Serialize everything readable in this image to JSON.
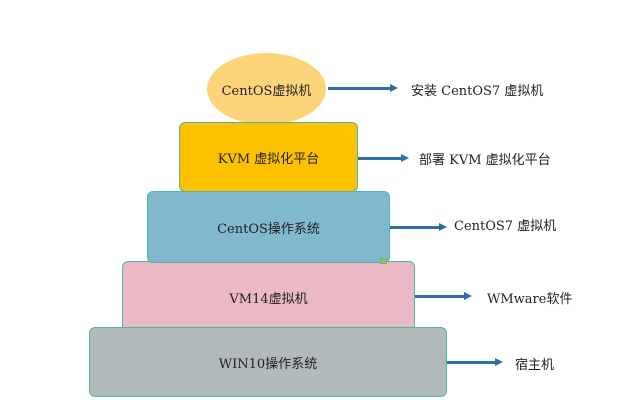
{
  "diagram": {
    "type": "layered-stack",
    "layers": [
      {
        "label": "CentOS虚拟机",
        "description": "安装 CentOS7 虚拟机",
        "color": "#fdd47a",
        "shape": "ellipse"
      },
      {
        "label": "KVM 虚拟化平台",
        "description": "部署 KVM 虚拟化平台",
        "color": "#fdc100",
        "shape": "rounded-rect"
      },
      {
        "label": "CentOS操作系统",
        "description": "CentOS7 虚拟机",
        "color": "#80b9cd",
        "shape": "rounded-rect"
      },
      {
        "label": "VM14虚拟机",
        "description": "WMware软件",
        "color": "#ebbac6",
        "shape": "rounded-rect"
      },
      {
        "label": "WIN10操作系统",
        "description": "宿主机",
        "color": "#b1b9bb",
        "shape": "rounded-rect"
      }
    ],
    "arrow_color": "#2e6ea6",
    "border_color": "#4bb8a8"
  }
}
